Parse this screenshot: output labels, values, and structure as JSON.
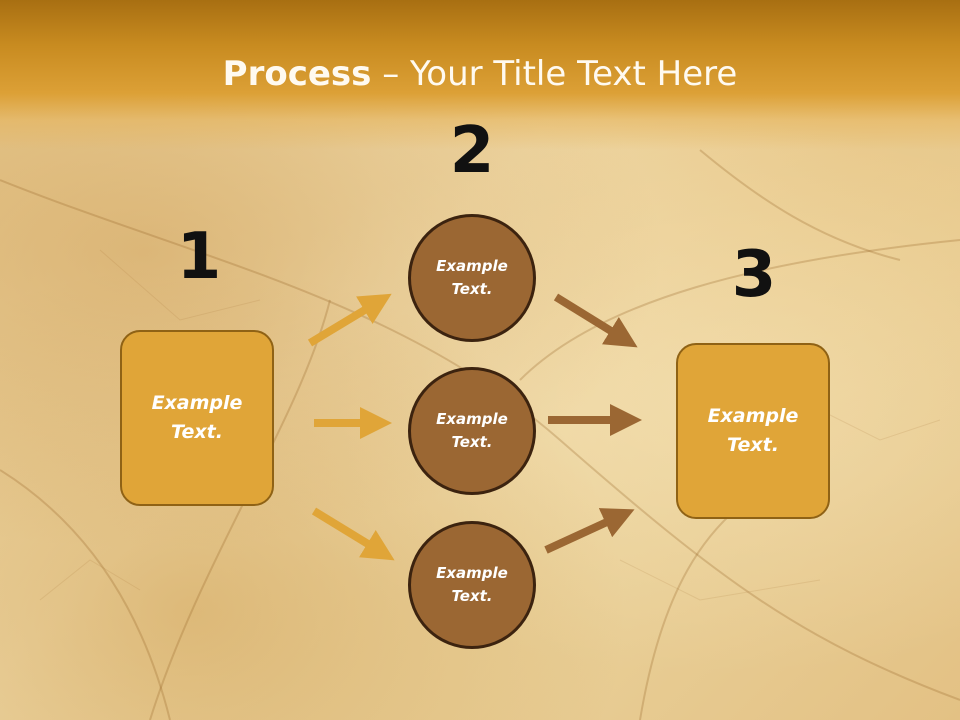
{
  "title": {
    "bold": "Process",
    "dash": " – ",
    "rest": "Your Title Text Here"
  },
  "steps": [
    {
      "number": "1",
      "label_line1": "Example",
      "label_line2": "Text."
    },
    {
      "number": "2"
    },
    {
      "number": "3",
      "label_line1": "Example",
      "label_line2": "Text."
    }
  ],
  "circles": [
    {
      "label_line1": "Example",
      "label_line2": "Text."
    },
    {
      "label_line1": "Example",
      "label_line2": "Text."
    },
    {
      "label_line1": "Example",
      "label_line2": "Text."
    }
  ],
  "colors": {
    "header": "#c88b20",
    "box_fill": "#e0a538",
    "circle_fill": "#9b6733",
    "arrow_gold": "#e0a538",
    "arrow_brown": "#9b6733"
  }
}
